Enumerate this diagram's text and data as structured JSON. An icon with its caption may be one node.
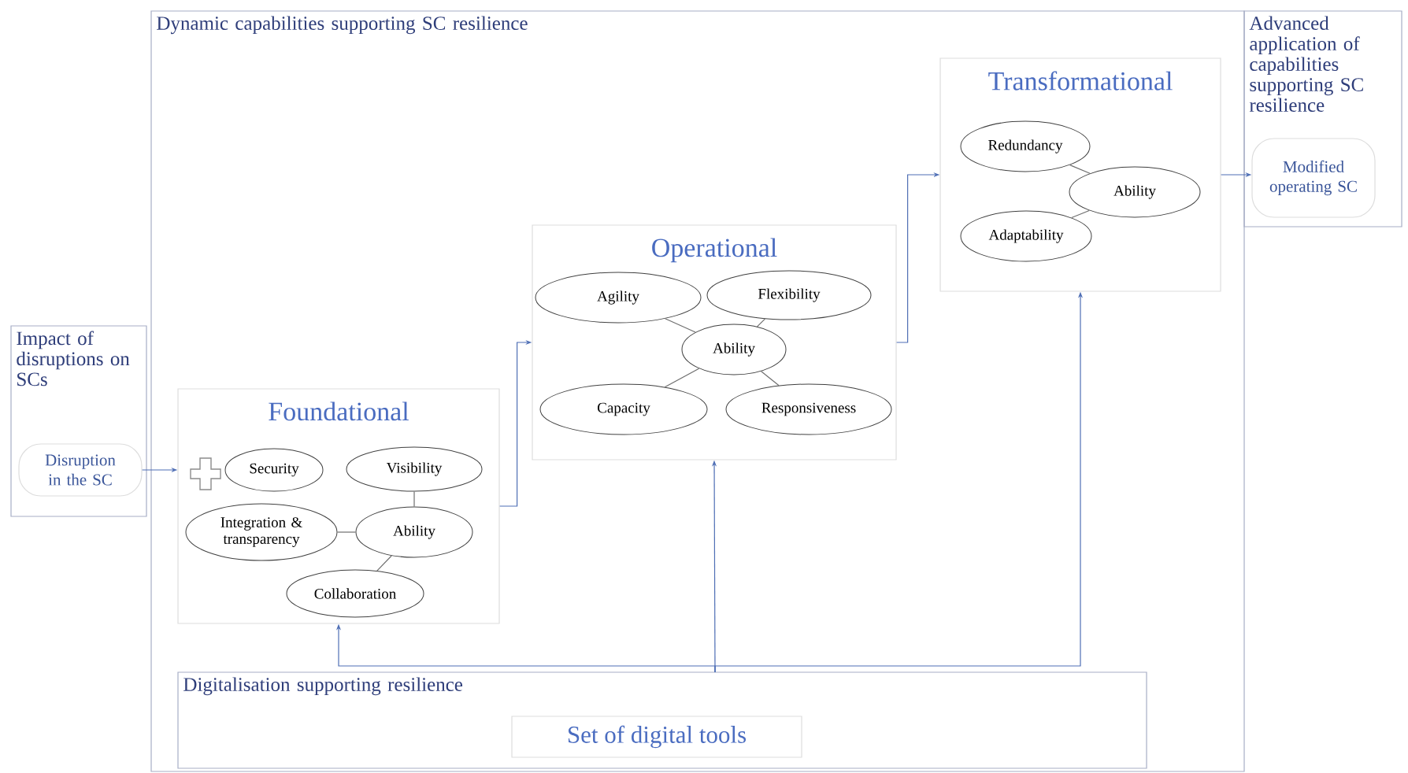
{
  "diagram": {
    "nodes": [
      {
        "text": [
          "Impact of disruptions on SCs"
        ]
      },
      {
        "text": [
          "Disruption in the SC"
        ],
        "in": 0
      },
      {
        "text": [
          "Dynamic capabilities supporting SC resilience"
        ]
      },
      {
        "text": [
          "Foundational"
        ],
        "in": 2
      },
      {
        "text": [
          "Security"
        ],
        "in": 3
      },
      {
        "text": [
          "Visibility"
        ],
        "in": 3
      },
      {
        "text": [
          "Integration & transparency"
        ],
        "in": 3
      },
      {
        "text": [
          "Ability"
        ],
        "in": 3
      },
      {
        "text": [
          "Collaboration"
        ],
        "in": 3
      },
      {
        "text": [
          "Operational"
        ],
        "in": 2
      },
      {
        "text": [
          "Agility"
        ],
        "in": 9
      },
      {
        "text": [
          "Flexibility"
        ],
        "in": 9
      },
      {
        "text": [
          "Ability"
        ],
        "in": 9
      },
      {
        "text": [
          "Capacity"
        ],
        "in": 9
      },
      {
        "text": [
          "Responsiveness"
        ],
        "in": 9
      },
      {
        "text": [
          "Transformational"
        ],
        "in": 2
      },
      {
        "text": [
          "Redundancy"
        ],
        "in": 15
      },
      {
        "text": [
          "Ability"
        ],
        "in": 15
      },
      {
        "text": [
          "Adaptability"
        ],
        "in": 15
      },
      {
        "text": [
          "Advanced application of capabilities supporting SC resilience"
        ]
      },
      {
        "text": [
          "Modified operating SC"
        ],
        "in": 19
      },
      {
        "text": [
          "Digitalisation supporting resilience"
        ],
        "in": 2
      },
      {
        "text": [
          "Set of  digital tools"
        ],
        "in": 21
      }
    ],
    "edges": [
      {
        "from": 1,
        "to": 3,
        "arrow": "to",
        "color": "#4f6fb5"
      },
      {
        "from": 3,
        "to": 9,
        "arrow": "to",
        "color": "#4f6fb5"
      },
      {
        "from": 9,
        "to": 15,
        "arrow": "to",
        "color": "#4f6fb5"
      },
      {
        "from": 15,
        "to": 20,
        "arrow": "to",
        "color": "#4f6fb5"
      },
      {
        "from": 21,
        "to": 3,
        "arrow": "to",
        "color": "#4f6fb5"
      },
      {
        "from": 21,
        "to": 9,
        "arrow": "to",
        "color": "#4f6fb5"
      },
      {
        "from": 21,
        "to": 15,
        "arrow": "to",
        "color": "#4f6fb5"
      },
      {
        "from": 7,
        "to": 5,
        "arrow": "none"
      },
      {
        "from": 7,
        "to": 6,
        "arrow": "none"
      },
      {
        "from": 7,
        "to": 8,
        "arrow": "none"
      },
      {
        "from": 12,
        "to": 10,
        "arrow": "none"
      },
      {
        "from": 12,
        "to": 11,
        "arrow": "none"
      },
      {
        "from": 12,
        "to": 13,
        "arrow": "none"
      },
      {
        "from": 12,
        "to": 14,
        "arrow": "none"
      },
      {
        "from": 17,
        "to": 16,
        "arrow": "none"
      },
      {
        "from": 17,
        "to": 18,
        "arrow": "none"
      }
    ]
  }
}
